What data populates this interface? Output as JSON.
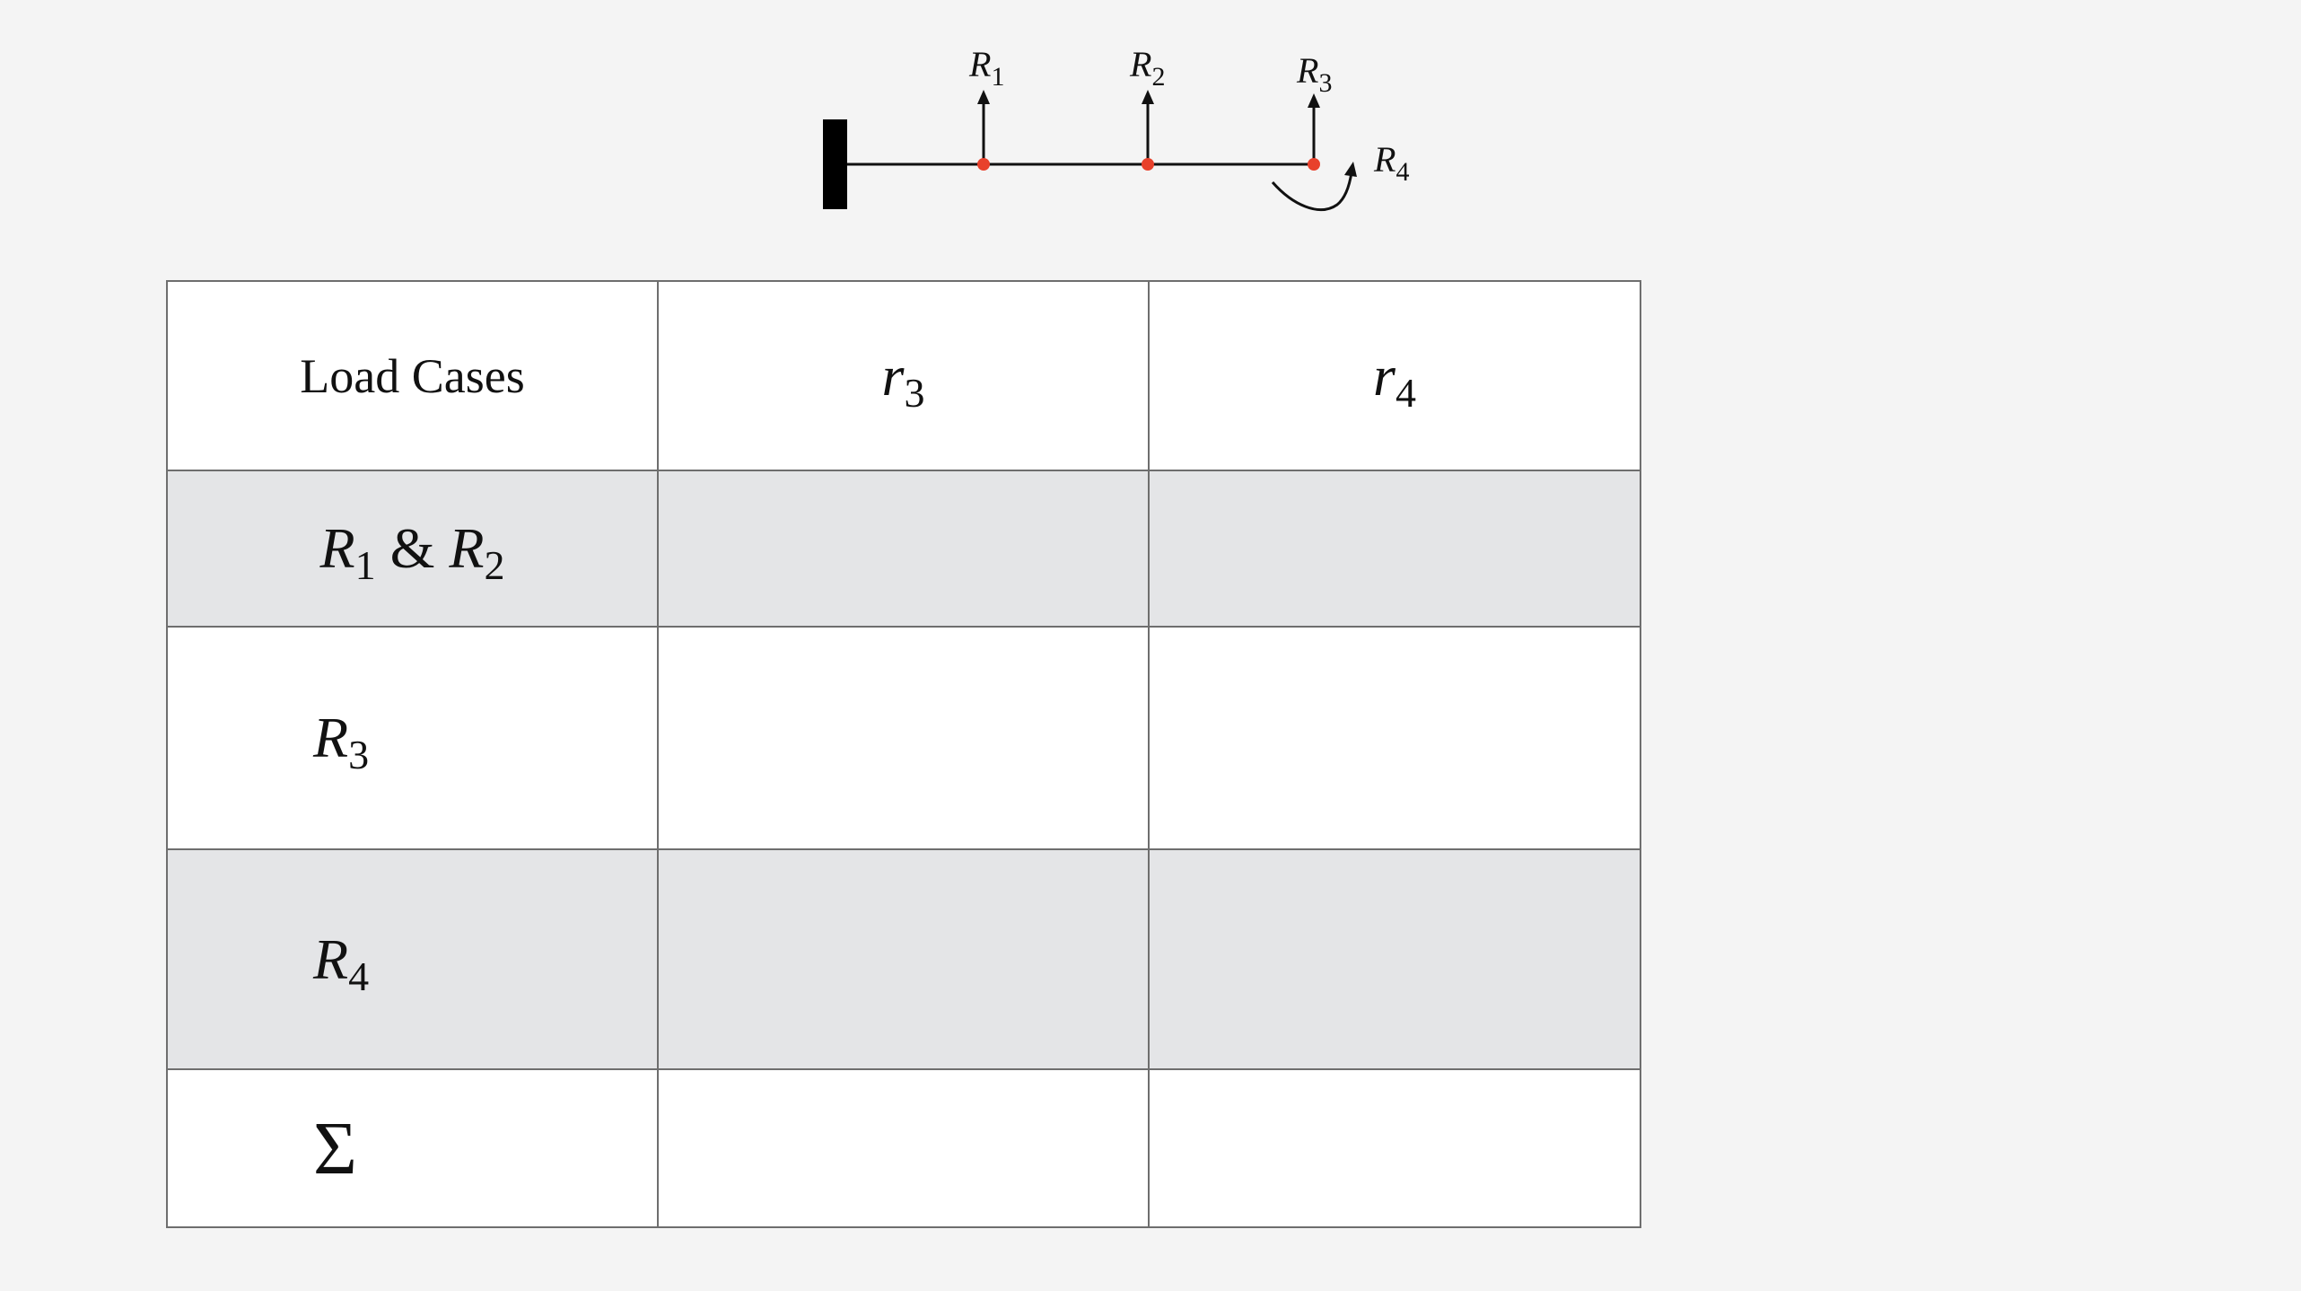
{
  "diagram": {
    "labels": {
      "r1_main": "R",
      "r1_sub": "1",
      "r2_main": "R",
      "r2_sub": "2",
      "r3_main": "R",
      "r3_sub": "3",
      "r4_main": "R",
      "r4_sub": "4"
    },
    "colors": {
      "beam": "#111111",
      "node": "#e8412c",
      "support": "#000000"
    }
  },
  "table": {
    "header": {
      "load_cases": "Load Cases",
      "col2_main": "r",
      "col2_sub": "3",
      "col3_main": "r",
      "col3_sub": "4"
    },
    "rows": [
      {
        "main_a": "R",
        "sub_a": "1",
        "amp": " & ",
        "main_b": "R",
        "sub_b": "2",
        "r3": "",
        "r4": ""
      },
      {
        "main": "R",
        "sub": "3",
        "r3": "",
        "r4": ""
      },
      {
        "main": "R",
        "sub": "4",
        "r3": "",
        "r4": ""
      },
      {
        "symbol": "Σ",
        "r3": "",
        "r4": ""
      }
    ],
    "colors": {
      "white_row": "#ffffff",
      "gray_row": "#e4e5e7",
      "border": "#6e6e6e"
    }
  }
}
